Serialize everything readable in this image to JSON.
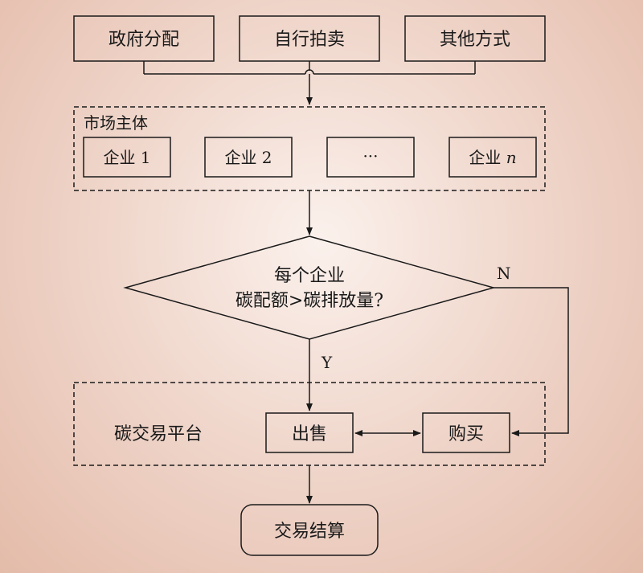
{
  "sources": [
    "政府分配",
    "自行拍卖",
    "其他方式"
  ],
  "market": {
    "title": "市场主体",
    "companies": [
      "企业 1",
      "企业 2",
      "···",
      "企业 "
    ],
    "company_n_suffix": "n"
  },
  "decision": {
    "line1": "每个企业",
    "line2": "碳配额>碳排放量?",
    "yes_label": "Y",
    "no_label": "N"
  },
  "platform": {
    "title": "碳交易平台",
    "sell": "出售",
    "buy": "购买"
  },
  "settlement": "交易结算"
}
